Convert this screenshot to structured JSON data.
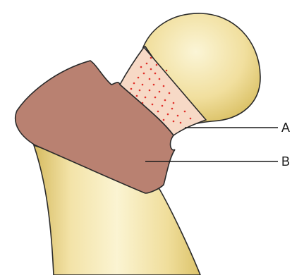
{
  "labels": [
    {
      "id": "A",
      "text": "A"
    },
    {
      "id": "B",
      "text": "B"
    }
  ],
  "colors": {
    "bone_light": "#f8efc2",
    "bone_mid": "#f1df9e",
    "bone_dark": "#d9bf62",
    "region_a_fill": "#f7d9c6",
    "region_a_dots": "#e0302a",
    "region_b_fill": "#b98171",
    "outline": "#2a2a2a",
    "leader_line": "#1a1a1a"
  }
}
